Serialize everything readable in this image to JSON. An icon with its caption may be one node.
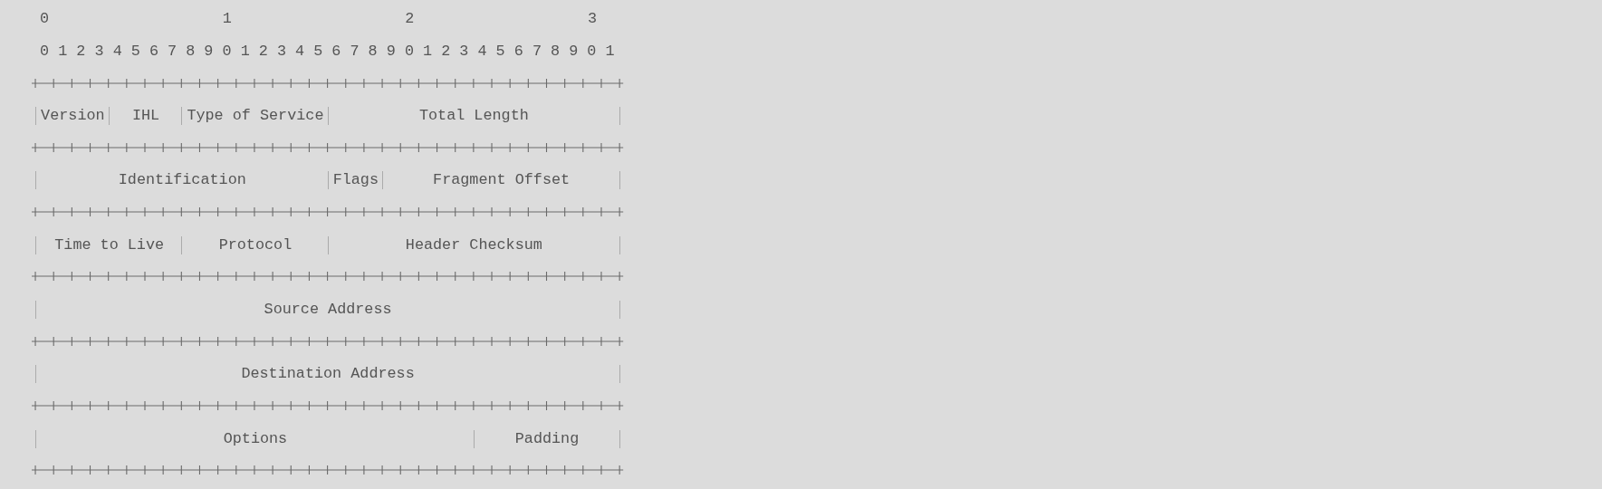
{
  "diagram": {
    "nodes": [
      {
        "text": [
          "Version"
        ]
      },
      {
        "text": [
          "IHL"
        ]
      },
      {
        "text": [
          "Type of Service"
        ]
      },
      {
        "text": [
          "Total Length"
        ]
      },
      {
        "text": [
          "Identification"
        ]
      },
      {
        "text": [
          "Flags"
        ]
      },
      {
        "text": [
          "Fragment Offset"
        ]
      },
      {
        "text": [
          "Time to Live"
        ]
      },
      {
        "text": [
          "Protocol"
        ]
      },
      {
        "text": [
          "Header Checksum"
        ]
      },
      {
        "text": [
          "Source Address"
        ]
      },
      {
        "text": [
          "Destination Address"
        ]
      },
      {
        "text": [
          "Options"
        ]
      },
      {
        "text": [
          "Padding"
        ]
      }
    ],
    "labels": [
      "0",
      "1",
      "2",
      "3",
      "0 1 2 3 4 5 6 7 8 9 0 1 2 3 4 5 6 7 8 9 0 1 2 3 4 5 6 7 8 9 0 1"
    ]
  }
}
